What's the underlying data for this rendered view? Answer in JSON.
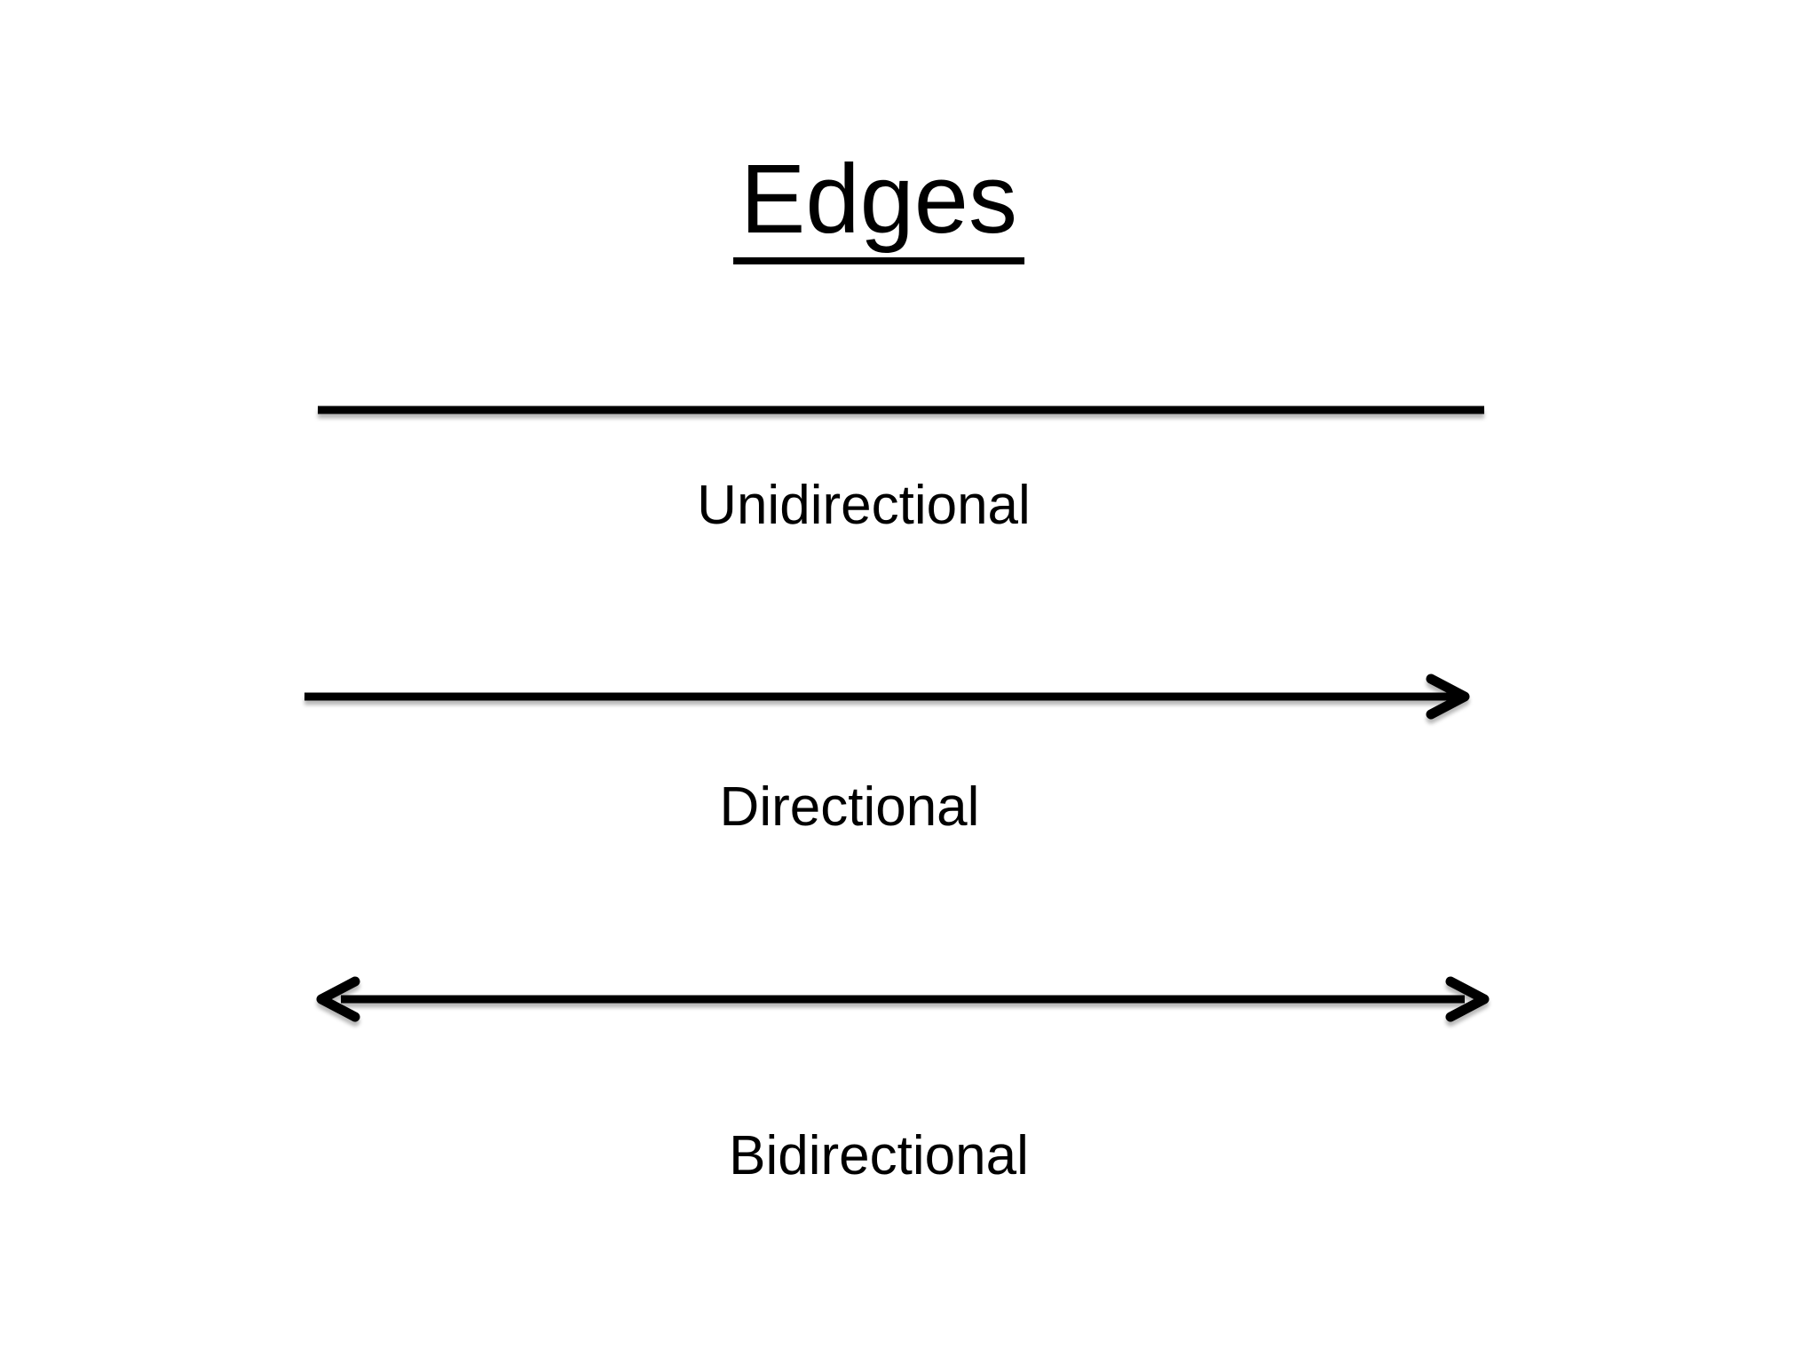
{
  "slide": {
    "title": "Edges",
    "edges": [
      {
        "id": "unidirectional",
        "label": "Unidirectional",
        "line_style": "plain-line",
        "arrowheads": "none"
      },
      {
        "id": "directional",
        "label": "Directional",
        "line_style": "single-arrow-line",
        "arrowheads": "right"
      },
      {
        "id": "bidirectional",
        "label": "Bidirectional",
        "line_style": "double-arrow-line",
        "arrowheads": "left-and-right"
      }
    ],
    "colors": {
      "background": "#ffffff",
      "line": "#000000",
      "text": "#000000"
    }
  }
}
